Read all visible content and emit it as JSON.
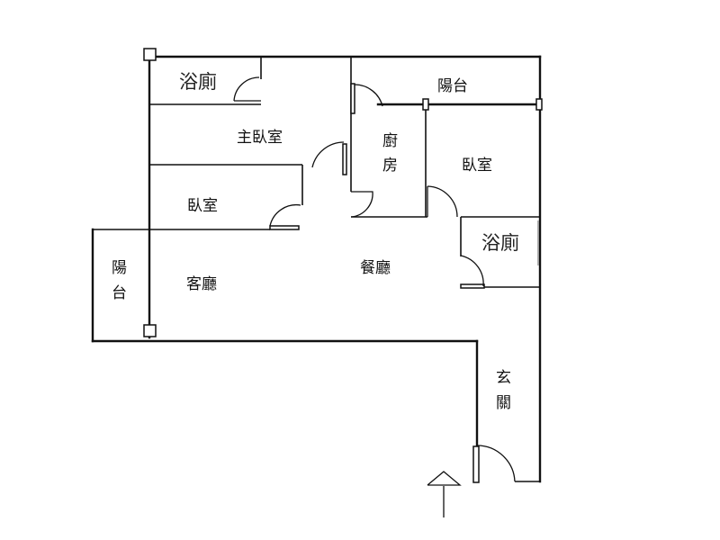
{
  "rooms": {
    "master_bath": "浴廁",
    "master_bedroom": "主臥室",
    "bedroom_left": "臥室",
    "balcony_left": [
      "陽",
      "台"
    ],
    "living_room": "客廳",
    "dining_room": "餐廳",
    "kitchen": [
      "廚",
      "房"
    ],
    "balcony_top": "陽台",
    "bedroom_right": "臥室",
    "bath_right": "浴廁",
    "entrance": [
      "玄",
      "關"
    ]
  }
}
